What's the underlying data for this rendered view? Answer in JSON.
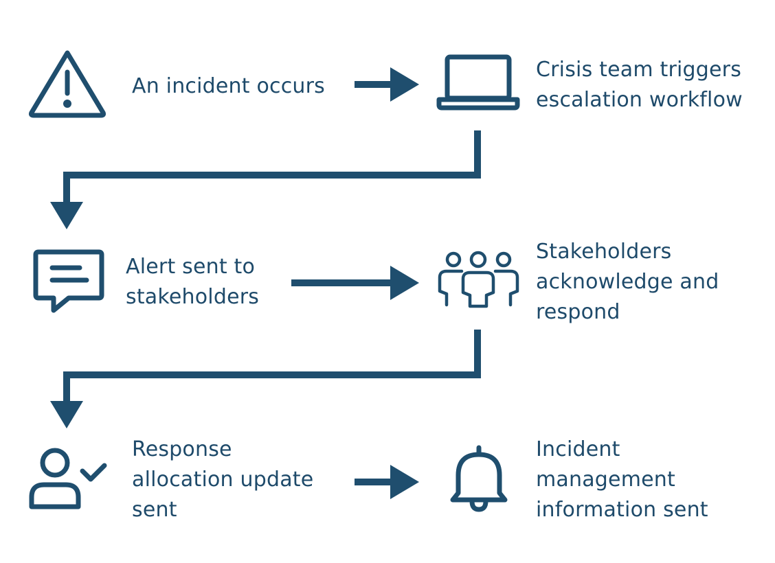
{
  "colors": {
    "primary": "#1f4e6e",
    "background": "#ffffff"
  },
  "steps": [
    {
      "icon": "warning-triangle-icon",
      "label": "An incident occurs"
    },
    {
      "icon": "laptop-icon",
      "label": "Crisis team triggers\nescalation workflow"
    },
    {
      "icon": "chat-message-icon",
      "label": "Alert sent to\nstakeholders"
    },
    {
      "icon": "group-people-icon",
      "label": "Stakeholders\nacknowledge and\nrespond"
    },
    {
      "icon": "user-check-icon",
      "label": "Response\nallocation update\nsent"
    },
    {
      "icon": "bell-icon",
      "label": "Incident\nmanagement\ninformation sent"
    }
  ]
}
